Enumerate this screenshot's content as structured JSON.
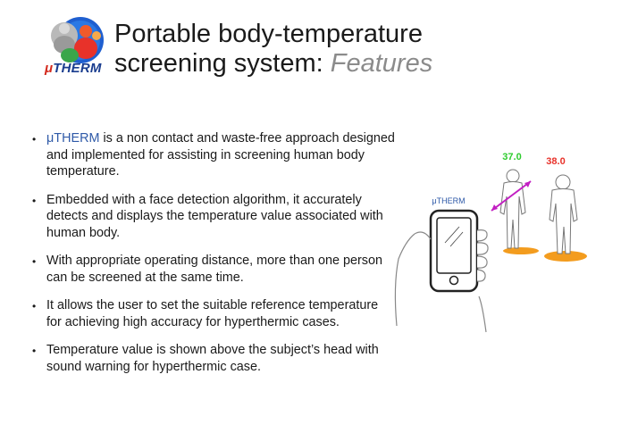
{
  "logo": {
    "mu": "μ",
    "therm": "THERM"
  },
  "title": {
    "line1": "Portable body-temperature",
    "line2_main": "screening system: ",
    "line2_em": "Features"
  },
  "bullets": [
    {
      "highlight": "μTHERM",
      "text": " is a non contact and waste-free approach designed and implemented for assisting in screening human body temperature."
    },
    {
      "highlight": "",
      "text": "Embedded with a face detection algorithm, it accurately detects and displays the temperature value associated with human body."
    },
    {
      "highlight": "",
      "text": "With appropriate operating distance, more than one person can be screened at the same time."
    },
    {
      "highlight": "",
      "text": "It allows the user to set the suitable reference temperature for achieving high accuracy for hyperthermic cases."
    },
    {
      "highlight": "",
      "text": "Temperature value is shown above the subject’s head with sound warning for hyperthermic case."
    }
  ],
  "illustration": {
    "phone_label": "μTHERM",
    "temp_normal": "37.0",
    "temp_hot": "38.0",
    "colors": {
      "normal": "#2ecc2e",
      "hot": "#e8322a",
      "beam": "#c21fc2",
      "pad": "#f39c1e",
      "label": "#2f5aa8"
    }
  }
}
